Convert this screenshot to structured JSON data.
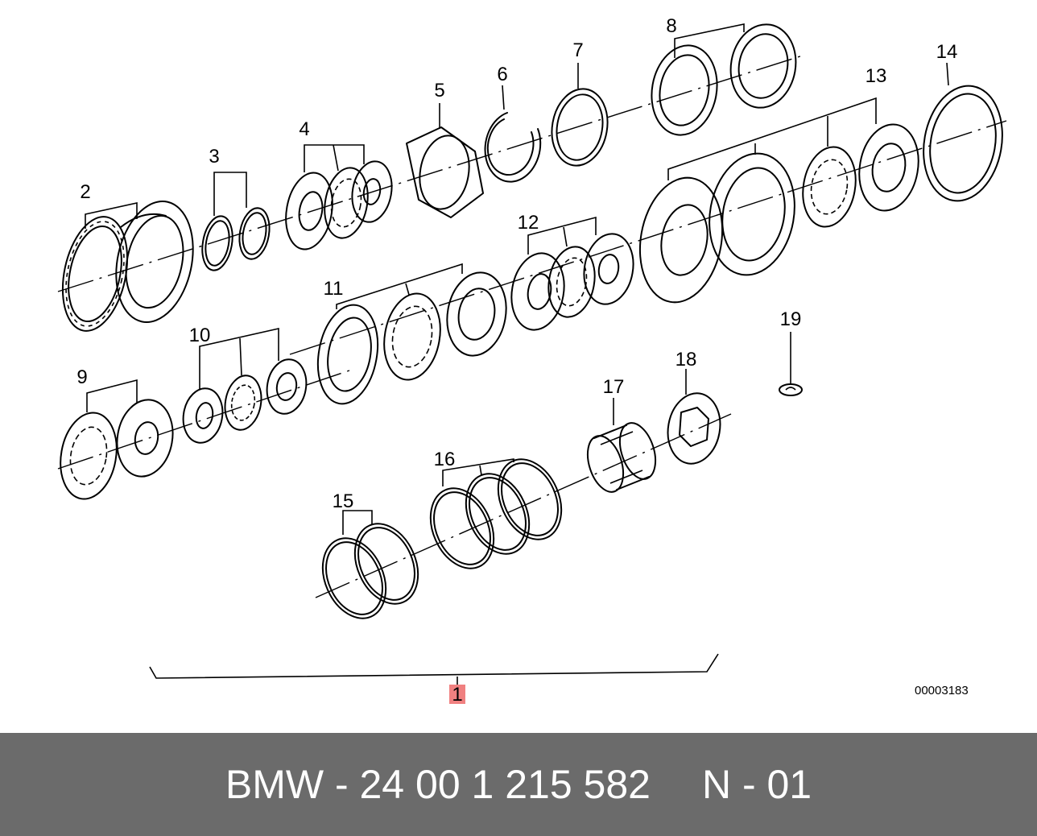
{
  "diagram": {
    "callouts": [
      "1",
      "2",
      "3",
      "4",
      "5",
      "6",
      "7",
      "8",
      "9",
      "10",
      "11",
      "12",
      "13",
      "14",
      "15",
      "16",
      "17",
      "18",
      "19"
    ],
    "reference_code": "00003183",
    "highlight_color": "#f08080"
  },
  "footer": {
    "part_text": "BMW - 24 00 1 215 582",
    "variant_text": "N - 01",
    "background_color": "#6b6b6b",
    "text_color": "#ffffff"
  }
}
